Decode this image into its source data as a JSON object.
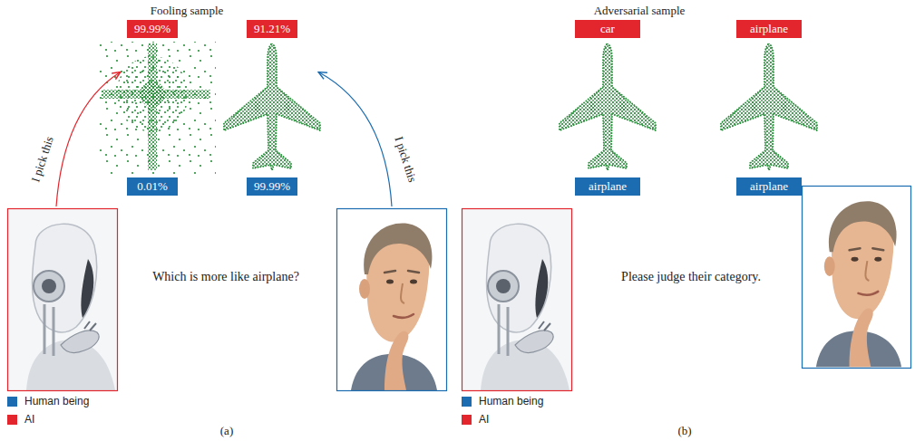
{
  "diagram": {
    "nodes": [
      {
        "text": [
          "99.99%"
        ]
      },
      {
        "text": [
          "91.21%"
        ]
      },
      {
        "text": [
          "0.01%"
        ]
      },
      {
        "text": [
          "99.99%"
        ]
      },
      {
        "text": [
          "car"
        ]
      },
      {
        "text": [
          "airplane"
        ]
      },
      {
        "text": [
          "airplane"
        ]
      },
      {
        "text": [
          "airplane"
        ]
      }
    ],
    "labels": [
      "Fooling sample",
      "I pick this",
      "I pick this",
      "Which is more like airplane?",
      "(a)",
      "Adversarial sample",
      "Please judge their category.",
      "(b)"
    ],
    "legend": [
      {
        "text": "Human being",
        "color": "#1b6cb0"
      },
      {
        "text": "AI",
        "color": "#e3262d"
      },
      {
        "text": "Human being",
        "color": "#1b6cb0"
      },
      {
        "text": "AI",
        "color": "#e3262d"
      }
    ]
  }
}
